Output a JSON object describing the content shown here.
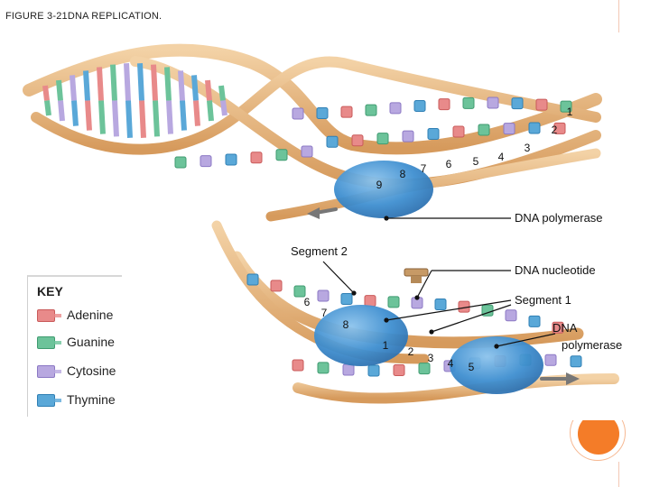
{
  "slide": {
    "title": "FIGURE 3-21DNA REPLICATION."
  },
  "diagram": {
    "labels": {
      "dna_polymerase_top": "DNA polymerase",
      "segment_2": "Segment 2",
      "dna_nucleotide": "DNA nucleotide",
      "segment_1": "Segment 1",
      "dna_polymerase_bottom_line1": "DNA",
      "dna_polymerase_bottom_line2": "polymerase"
    },
    "upper_numbers": [
      "1",
      "2",
      "3",
      "4",
      "5",
      "6",
      "7",
      "8",
      "9"
    ],
    "lower_numbers": [
      "6",
      "7",
      "8",
      "1",
      "2",
      "3",
      "4",
      "5"
    ]
  },
  "key": {
    "title": "KEY",
    "items": [
      {
        "label": "Adenine",
        "color": "#e88a8a",
        "dark": "#c95a5a"
      },
      {
        "label": "Guanine",
        "color": "#6cc39a",
        "dark": "#3f9b70"
      },
      {
        "label": "Cytosine",
        "color": "#b8a8e0",
        "dark": "#8b78c4"
      },
      {
        "label": "Thymine",
        "color": "#5aa8d8",
        "dark": "#2f7fb4"
      }
    ]
  },
  "colors": {
    "backbone": "#e2b27a",
    "backbone_dark": "#b8834a",
    "polymerase": "#3f8fd0",
    "accent": "#f47c28"
  }
}
